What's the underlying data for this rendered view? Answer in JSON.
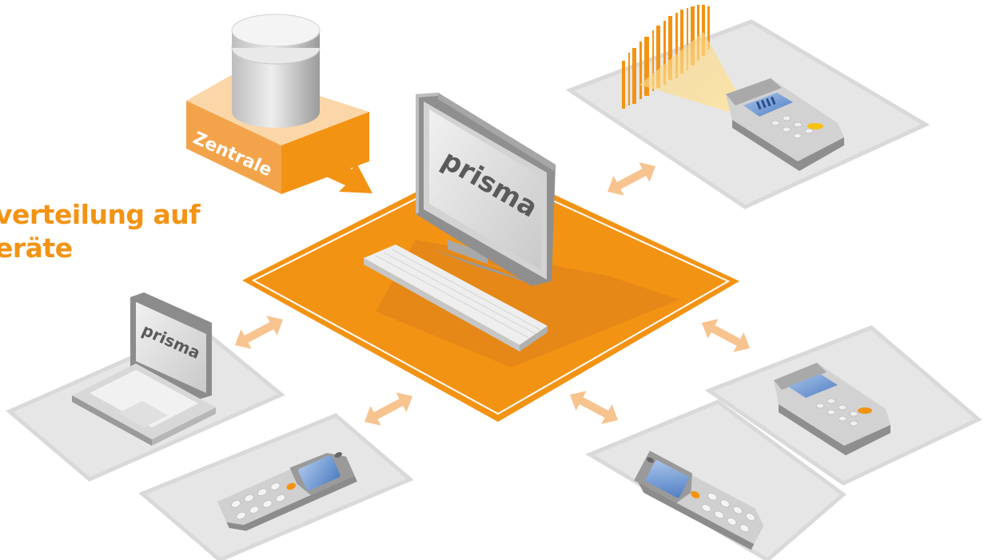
{
  "heading": {
    "line1": "verteilung auf",
    "line2": "eräte"
  },
  "top_text": "",
  "central": {
    "label": "Zentrale"
  },
  "workstation": {
    "screen_text": "prisma"
  },
  "laptop": {
    "screen_text": "prisma"
  },
  "colors": {
    "accent": "#f39314",
    "accent_dark": "#e0861c",
    "plate": "#e5e5e5",
    "plate_border": "#dcdcdc",
    "arrow": "#f7c38f"
  }
}
